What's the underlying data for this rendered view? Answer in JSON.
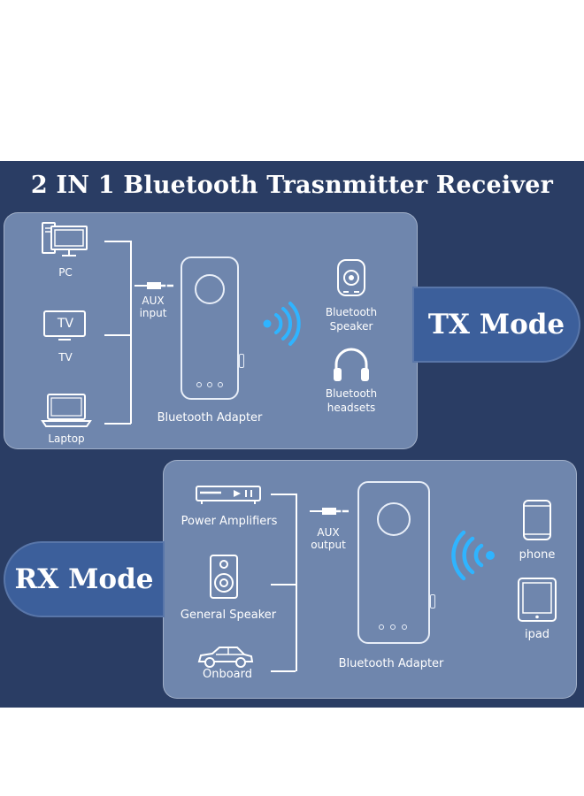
{
  "title": "2 IN 1 Bluetooth Trasnmitter Receiver",
  "tx": {
    "mode_label": "TX Mode",
    "sources": [
      {
        "label": "PC",
        "icon": "pc-icon"
      },
      {
        "label": "TV",
        "icon": "tv-icon"
      },
      {
        "label": "Laptop",
        "icon": "laptop-icon"
      }
    ],
    "tv_screen_text": "TV",
    "aux_label_line1": "AUX",
    "aux_label_line2": "input",
    "adapter_label": "Bluetooth Adapter",
    "targets": [
      {
        "label_line1": "Bluetooth",
        "label_line2": "Speaker",
        "icon": "bluetooth-speaker-icon"
      },
      {
        "label_line1": "Bluetooth",
        "label_line2": "headsets",
        "icon": "headphones-icon"
      }
    ]
  },
  "rx": {
    "mode_label": "RX Mode",
    "outputs": [
      {
        "label": "Power Amplifiers",
        "icon": "amplifier-icon"
      },
      {
        "label": "General Speaker",
        "icon": "speaker-icon"
      },
      {
        "label": "Onboard",
        "icon": "car-icon"
      }
    ],
    "aux_label_line1": "AUX",
    "aux_label_line2": "output",
    "adapter_label": "Bluetooth Adapter",
    "sources": [
      {
        "label": "phone",
        "icon": "phone-icon"
      },
      {
        "label": "ipad",
        "icon": "tablet-icon"
      }
    ]
  },
  "colors": {
    "background": "#2a3d64",
    "panel": "#6f86ad",
    "pill": "#3c5f9b",
    "wireless": "#2fb4ff"
  }
}
